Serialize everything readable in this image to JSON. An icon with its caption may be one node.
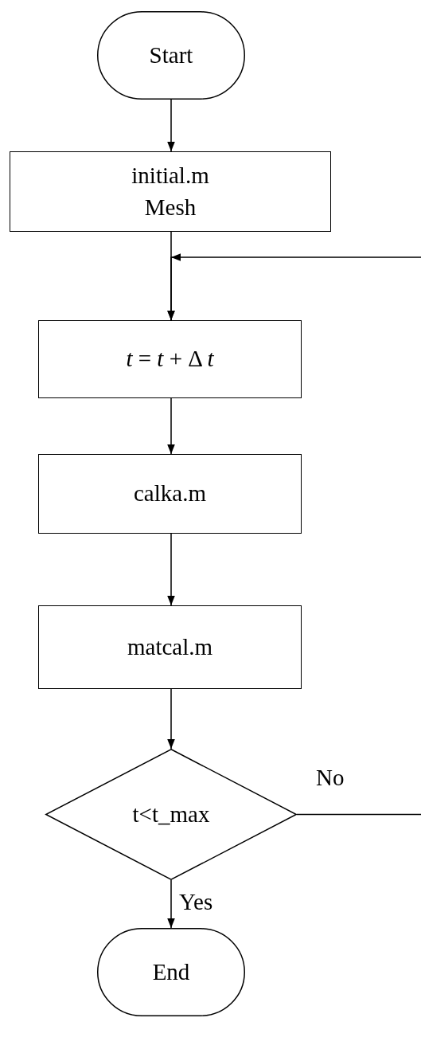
{
  "diagram": {
    "nodes": [
      {
        "text": [
          "Start"
        ]
      },
      {
        "text": [
          "initial.m Mesh"
        ]
      },
      {
        "text": [
          "*t* = *t* + Δ *t*"
        ]
      },
      {
        "text": [
          "calka.m"
        ]
      },
      {
        "text": [
          "matcal.m"
        ]
      },
      {
        "text": [
          "t<t_max"
        ]
      },
      {
        "text": [
          "End"
        ]
      }
    ],
    "edges": [
      {
        "from": 0,
        "to": 1,
        "arrow": "to"
      },
      {
        "from": 1,
        "to": 2,
        "arrow": "to"
      },
      {
        "from": 2,
        "to": 3,
        "arrow": "to"
      },
      {
        "from": 3,
        "to": 4,
        "arrow": "to"
      },
      {
        "from": 4,
        "to": 5,
        "arrow": "to"
      },
      {
        "from": 5,
        "to": 6,
        "arrow": "to",
        "label": "Yes"
      },
      {
        "from": 5,
        "to": 2,
        "arrow": "to",
        "label": "No"
      }
    ]
  }
}
